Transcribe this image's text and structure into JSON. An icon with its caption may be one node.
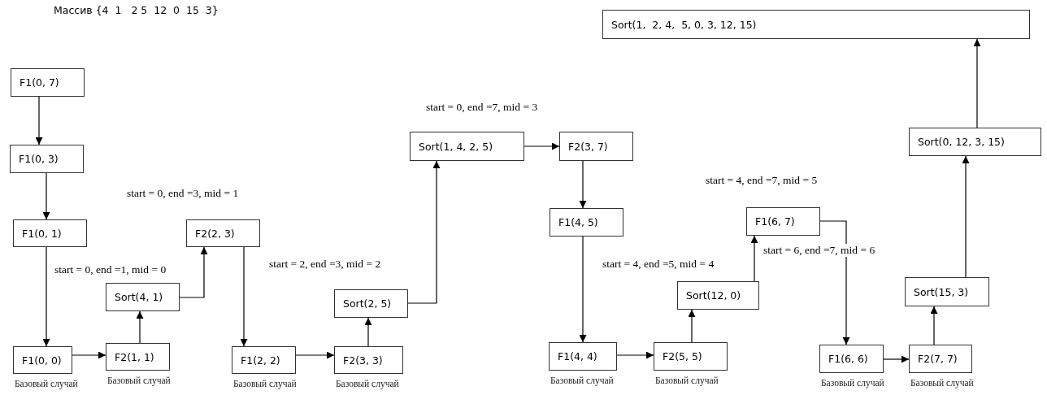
{
  "diagram": {
    "title": "Массив {4  1   2 5  12  0  15  3}",
    "nodes": [
      {
        "text": [
          "F1(0, 7)"
        ]
      },
      {
        "text": [
          "F1(0, 3)"
        ]
      },
      {
        "text": [
          "F1(0, 1)"
        ]
      },
      {
        "text": [
          "F1(0, 0)"
        ],
        "beside": [
          "Базовый случай"
        ]
      },
      {
        "text": [
          "F2(1, 1)"
        ],
        "beside": [
          "Базовый случай"
        ]
      },
      {
        "text": [
          "Sort(4, 1)"
        ]
      },
      {
        "text": [
          "F2(2, 3)"
        ]
      },
      {
        "text": [
          "F1(2, 2)"
        ],
        "beside": [
          "Базовый случай"
        ]
      },
      {
        "text": [
          "F2(3, 3)"
        ],
        "beside": [
          "Базовый случай"
        ]
      },
      {
        "text": [
          "Sort(2, 5)"
        ]
      },
      {
        "text": [
          "Sort(1, 4, 2, 5)"
        ]
      },
      {
        "text": [
          "F2(3, 7)"
        ]
      },
      {
        "text": [
          "F1(4, 5)"
        ]
      },
      {
        "text": [
          "F1(4, 4)"
        ],
        "beside": [
          "Базовый случай"
        ]
      },
      {
        "text": [
          "F2(5, 5)"
        ],
        "beside": [
          "Базовый случай"
        ]
      },
      {
        "text": [
          "Sort(12, 0)"
        ]
      },
      {
        "text": [
          "F1(6, 7)"
        ]
      },
      {
        "text": [
          "F1(6, 6)"
        ],
        "beside": [
          "Базовый случай"
        ]
      },
      {
        "text": [
          "F2(7, 7)"
        ],
        "beside": [
          "Базовый случай"
        ]
      },
      {
        "text": [
          "Sort(15, 3)"
        ]
      },
      {
        "text": [
          "Sort(0, 12, 3, 15)"
        ]
      },
      {
        "text": [
          "Sort(1,  2, 4,  5, 0, 3, 12, 15)"
        ]
      }
    ],
    "edges": [
      {
        "from": 0,
        "to": 1,
        "arrow": "to"
      },
      {
        "from": 1,
        "to": 2,
        "arrow": "to"
      },
      {
        "from": 2,
        "to": 3,
        "arrow": "to"
      },
      {
        "from": 3,
        "to": 4,
        "arrow": "to"
      },
      {
        "from": 4,
        "to": 5,
        "arrow": "to"
      },
      {
        "from": 5,
        "to": 6,
        "arrow": "to"
      },
      {
        "from": 6,
        "to": 7,
        "arrow": "to"
      },
      {
        "from": 7,
        "to": 8,
        "arrow": "to"
      },
      {
        "from": 8,
        "to": 9,
        "arrow": "to"
      },
      {
        "from": 9,
        "to": 10,
        "arrow": "to"
      },
      {
        "from": 10,
        "to": 11,
        "arrow": "to"
      },
      {
        "from": 11,
        "to": 12,
        "arrow": "to"
      },
      {
        "from": 12,
        "to": 13,
        "arrow": "to"
      },
      {
        "from": 13,
        "to": 14,
        "arrow": "to"
      },
      {
        "from": 14,
        "to": 15,
        "arrow": "to"
      },
      {
        "from": 15,
        "to": 16,
        "arrow": "to"
      },
      {
        "from": 16,
        "to": 17,
        "arrow": "to"
      },
      {
        "from": 17,
        "to": 18,
        "arrow": "to"
      },
      {
        "from": 18,
        "to": 19,
        "arrow": "to"
      },
      {
        "from": 19,
        "to": 20,
        "arrow": "to"
      },
      {
        "from": 20,
        "to": 21,
        "arrow": "to"
      }
    ],
    "labels": [
      "start = 0, end =7, mid = 3",
      "start = 0, end =3, mid = 1",
      "start = 4, end =7, mid = 5",
      "start = 6, end =7, mid = 6",
      "start = 0, end =1, mid = 0",
      "start = 2, end =3, mid = 2",
      "start = 4, end =5, mid = 4"
    ]
  }
}
